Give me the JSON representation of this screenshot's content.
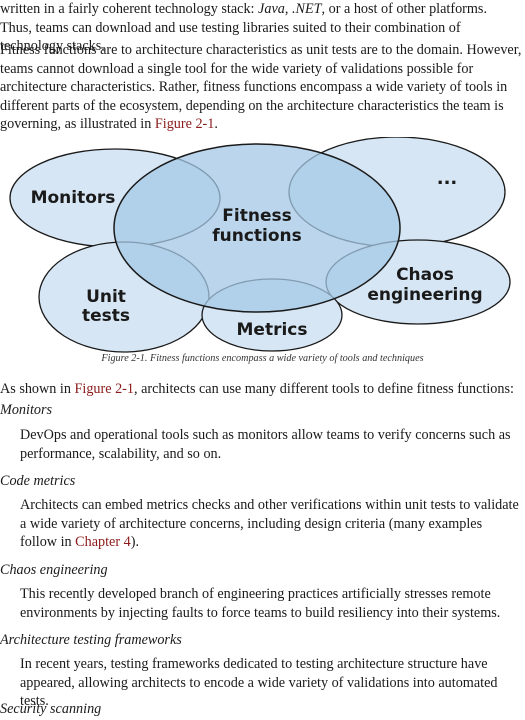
{
  "intro": {
    "line_start": "written in a fairly coherent technology stack: ",
    "java": "Java",
    "sep1": ", ",
    "net": ".NET",
    "line_end": ", or a host of other platforms. Thus, teams can download and use testing libraries suited to their combination of technology stacks."
  },
  "paragraph2": {
    "text": "Fitness functions are to architecture characteristics as unit tests are to the domain. However, teams cannot download a single tool for the wide variety of validations possible for architecture characteristics. Rather, fitness functions encompass a wide variety of tools in different parts of the ecosystem, depending on the architecture characteristics the team is governing, as illustrated in ",
    "link": "Figure 2-1",
    "end": "."
  },
  "diagram": {
    "center_line1": "Fitness",
    "center_line2": "functions",
    "monitors": "Monitors",
    "ellipsis": "...",
    "unit_line1": "Unit",
    "unit_line2": "tests",
    "chaos_line1": "Chaos",
    "chaos_line2": "engineering",
    "metrics": "Metrics",
    "colors": {
      "fill_light": "#d6e6f4",
      "fill_center": "rgba(164, 200, 229, 0.75)",
      "stroke": "#1a1a1a"
    }
  },
  "caption": "Figure 2-1. Fitness functions encompass a wide variety of tools and techniques",
  "paragraph3": {
    "start": "As shown in ",
    "link": "Figure 2-1",
    "end": ", architects can use many different tools to define fitness functions:"
  },
  "definitions": [
    {
      "term": "Monitors",
      "text": "DevOps and operational tools such as monitors allow teams to verify concerns such as performance, scalability, and so on."
    },
    {
      "term": "Code metrics",
      "text": "Architects can embed metrics checks and other verifications within unit tests to validate a wide variety of architecture concerns, including design criteria (many examples follow in ",
      "link": "Chapter 4",
      "end": ")."
    },
    {
      "term": "Chaos engineering",
      "text": "This recently developed branch of engineering practices artificially stresses remote environments by injecting faults to force teams to build resiliency into their systems."
    },
    {
      "term": "Architecture testing frameworks",
      "text": "In recent years, testing frameworks dedicated to testing architecture structure have appeared, allowing architects to encode a wide variety of validations into automated tests."
    },
    {
      "term": "Security scanning"
    }
  ]
}
